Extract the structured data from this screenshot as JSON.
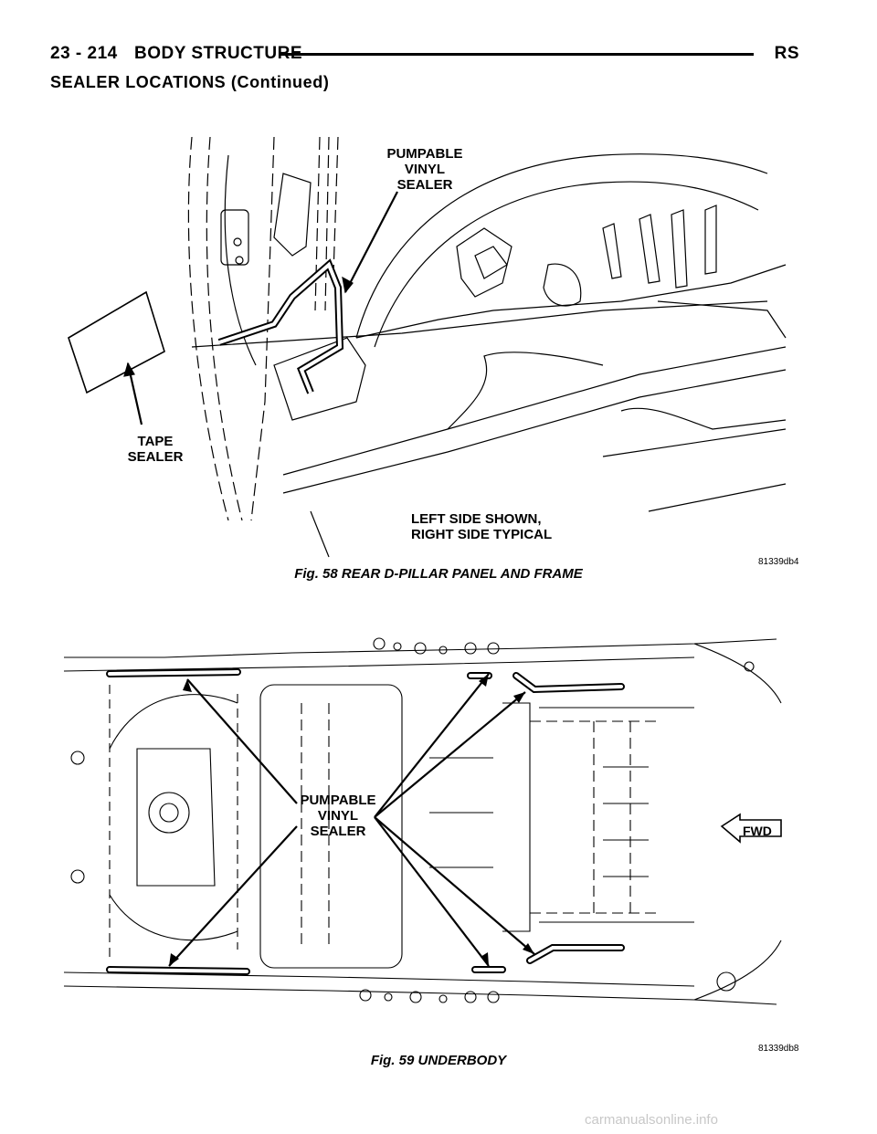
{
  "header": {
    "page_number": "23 - 214",
    "section": "BODY STRUCTURE",
    "model_code": "RS"
  },
  "section_title": "SEALER LOCATIONS (Continued)",
  "figure58": {
    "callout_vinyl": "PUMPABLE\nVINYL\nSEALER",
    "callout_tape": "TAPE\nSEALER",
    "note": "LEFT SIDE SHOWN,\nRIGHT SIDE TYPICAL",
    "ref_code": "81339db4",
    "caption": "Fig. 58 REAR D-PILLAR PANEL AND FRAME"
  },
  "figure59": {
    "callout_vinyl": "PUMPABLE\nVINYL\nSEALER",
    "fwd_label": "FWD",
    "ref_code": "81339db8",
    "caption": "Fig. 59 UNDERBODY"
  },
  "watermark": "carmanualsonline.info"
}
